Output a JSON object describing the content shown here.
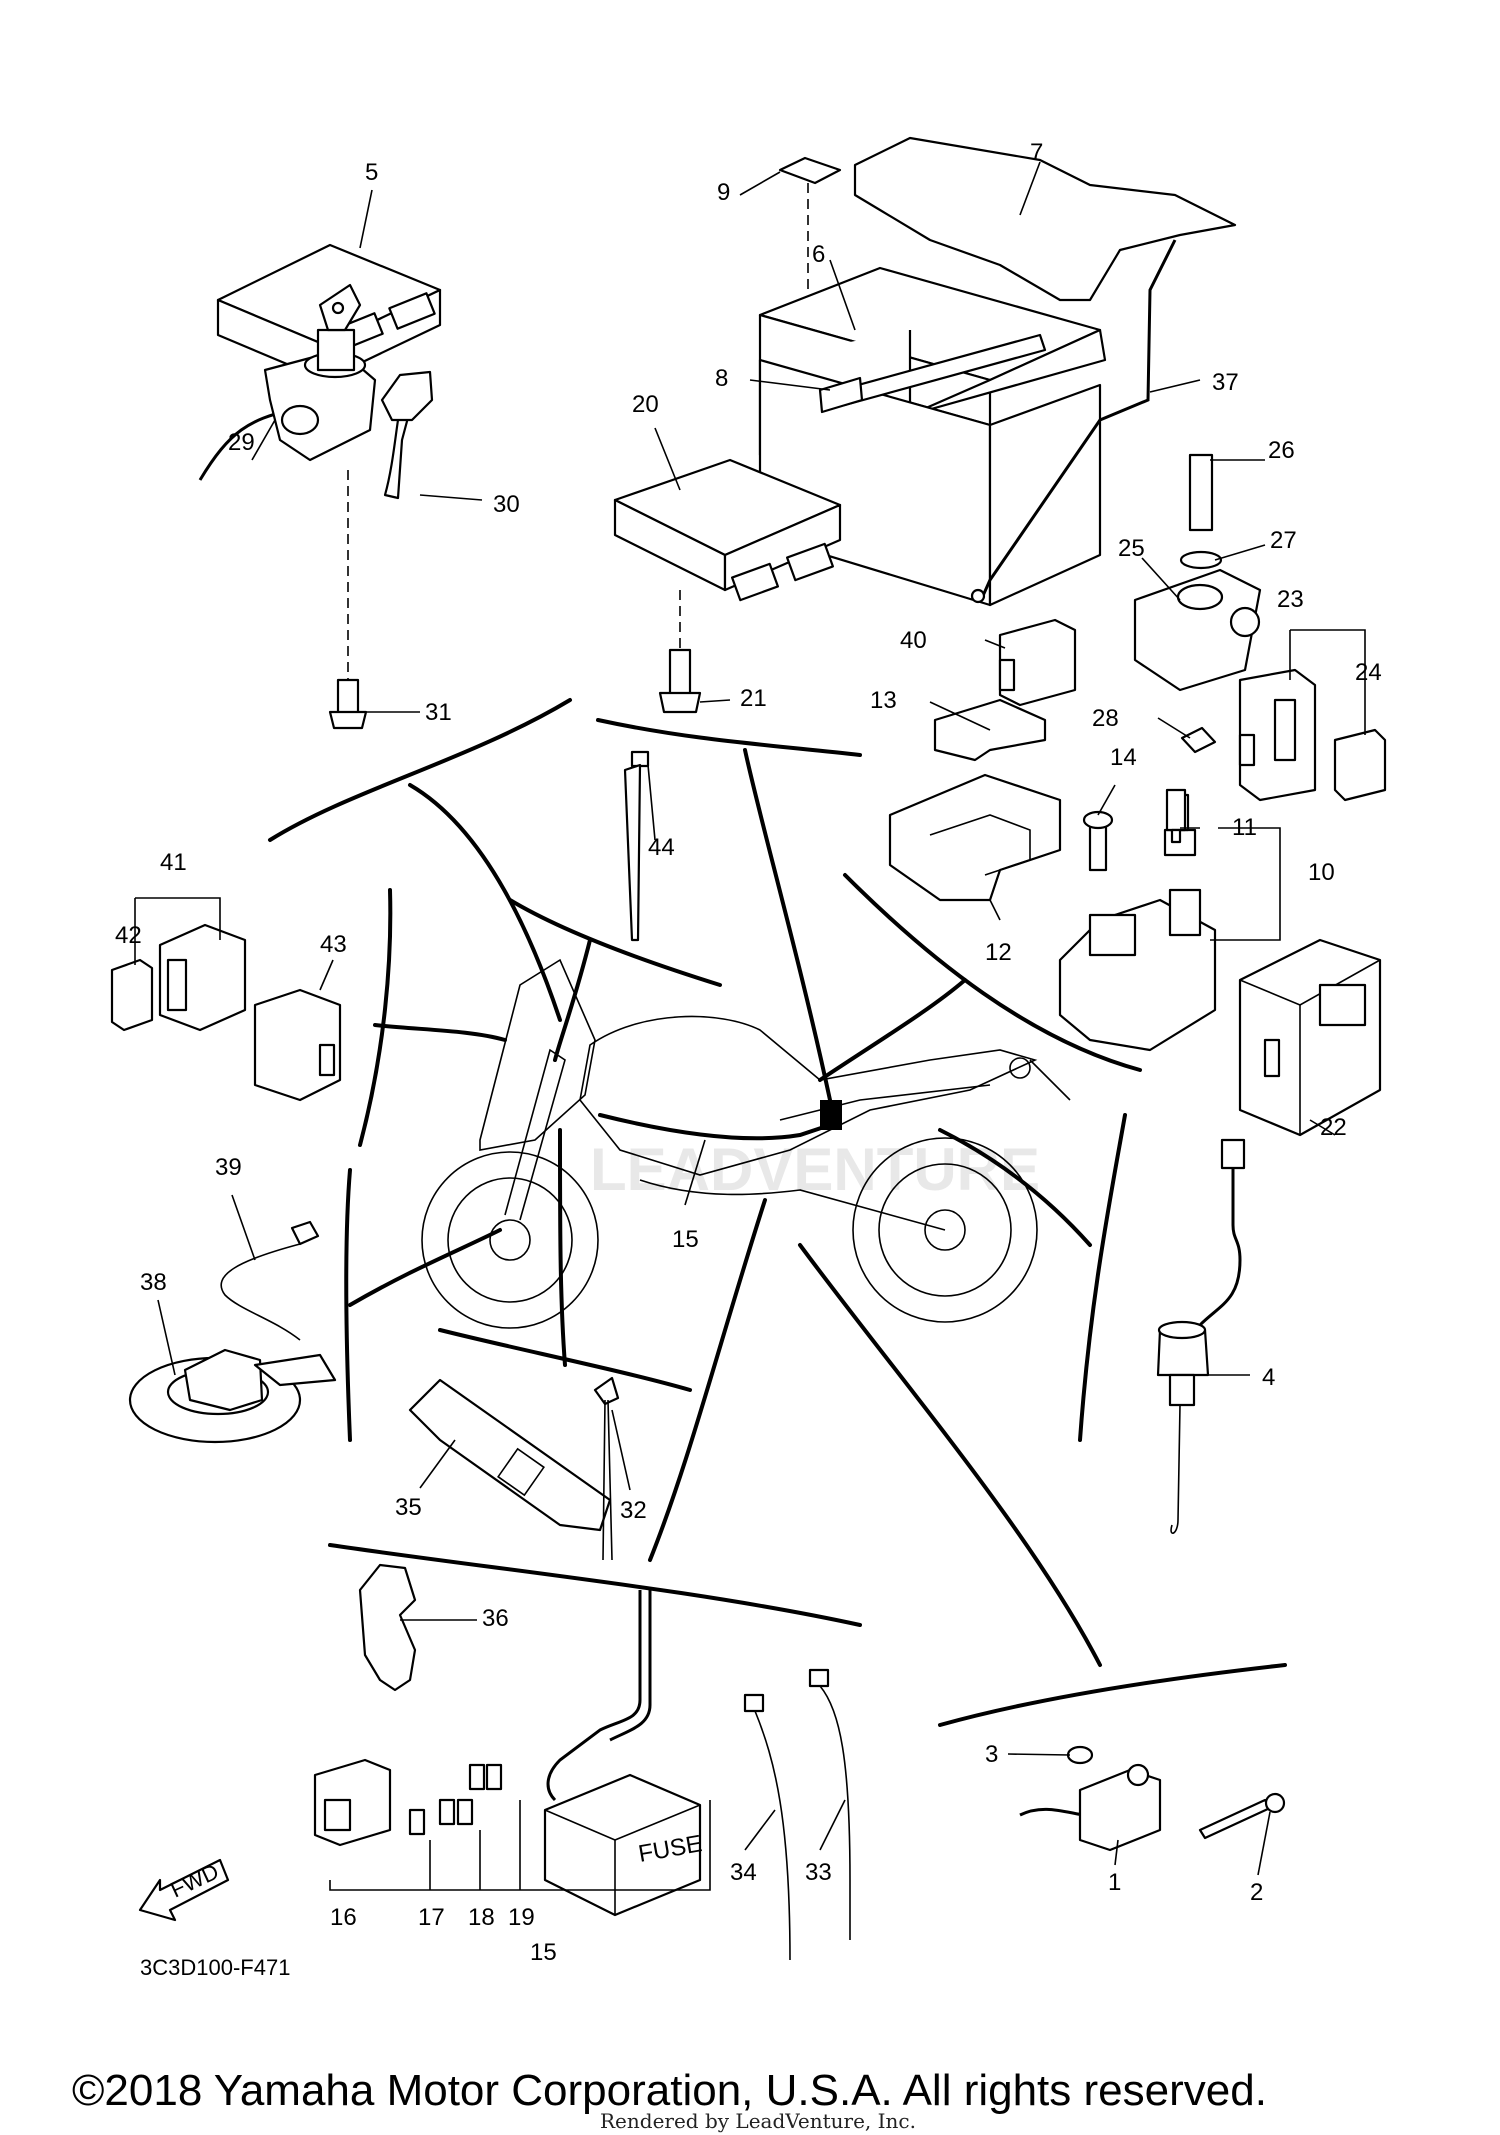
{
  "diagram": {
    "drawing_code": "3C3D100-F471",
    "fwd_label": "FWD",
    "fuse_box_label": "FUSE",
    "watermark": "LEADVENTURE",
    "copyright": "©2018 Yamaha Motor Corporation, U.S.A. All rights reserved.",
    "rendered_by": "Rendered by LeadVenture, Inc."
  },
  "callouts": [
    "1",
    "2",
    "3",
    "4",
    "5",
    "6",
    "7",
    "8",
    "9",
    "10",
    "11",
    "12",
    "13",
    "14",
    "15",
    "16",
    "17",
    "18",
    "19",
    "20",
    "21",
    "22",
    "23",
    "24",
    "25",
    "26",
    "27",
    "28",
    "29",
    "30",
    "31",
    "32",
    "33",
    "34",
    "35",
    "36",
    "37",
    "38",
    "39",
    "40",
    "41",
    "42",
    "43",
    "44"
  ]
}
